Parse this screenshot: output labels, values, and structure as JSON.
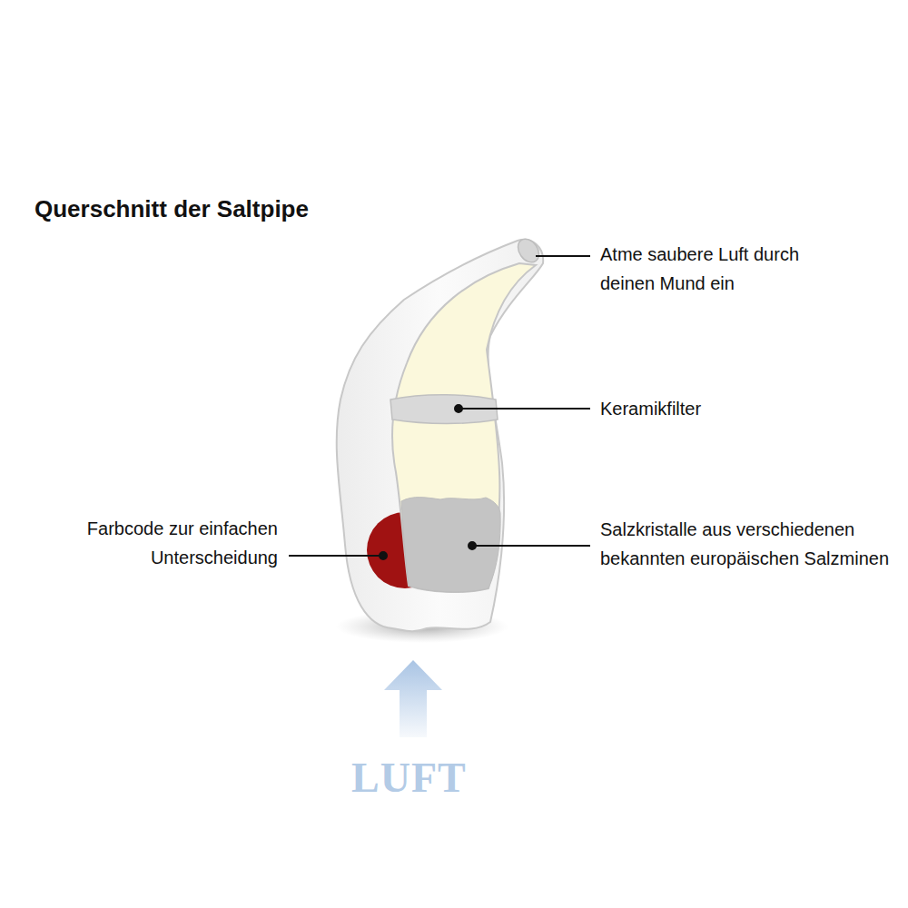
{
  "diagram": {
    "title": "Querschnitt der Saltpipe",
    "labels": [
      "Atme saubere Luft durch deinen Mund ein",
      "Keramikfilter",
      "Farbcode zur einfachen Unterscheidung",
      "Salzkristalle aus verschiedenen bekannten europäischen Salzminen",
      "LUFT"
    ]
  }
}
